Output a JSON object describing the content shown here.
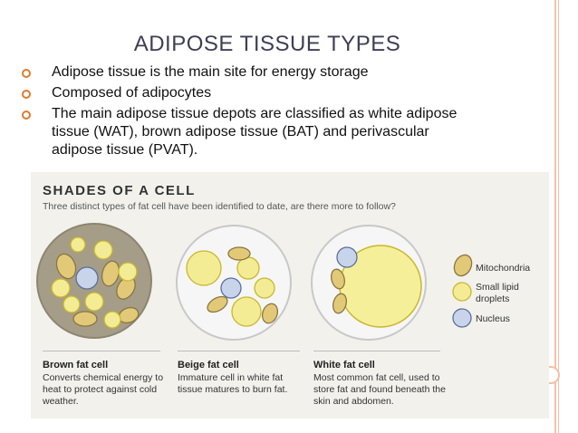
{
  "slide": {
    "title": "ADIPOSE TISSUE TYPES",
    "bullets": [
      "Adipose tissue is the main site for energy storage",
      "Composed of adipocytes",
      "The main adipose tissue depots are classified as white adipose tissue (WAT), brown adipose tissue (BAT) and perivascular adipose tissue (PVAT)."
    ]
  },
  "infographic": {
    "title": "SHADES OF A CELL",
    "subtitle": "Three distinct types of fat cell have been identified to date, are there more to follow?",
    "legend": [
      {
        "label": "Mitochondria",
        "icon": "mitochondria-icon"
      },
      {
        "label": "Small lipid droplets",
        "icon": "lipid-droplet-icon"
      },
      {
        "label": "Nucleus",
        "icon": "nucleus-icon"
      }
    ],
    "cells": [
      {
        "name": "Brown fat cell",
        "description": "Converts chemical energy to heat to protect against cold weather."
      },
      {
        "name": "Beige fat cell",
        "description": "Immature cell in white fat tissue matures to burn fat."
      },
      {
        "name": "White fat cell",
        "description": "Most common fat cell, used to store fat and found beneath the skin and abdomen."
      }
    ],
    "colors": {
      "accent": "#e07b2c",
      "lipid": "#f3ec94",
      "lipid_stroke": "#c9b72d",
      "nucleus": "#c7d4ea",
      "nucleus_stroke": "#5a6f9c",
      "mitochondria": "#e2c978",
      "brown_cell": "#a59d87",
      "white_cell": "#f6f6f6"
    }
  }
}
